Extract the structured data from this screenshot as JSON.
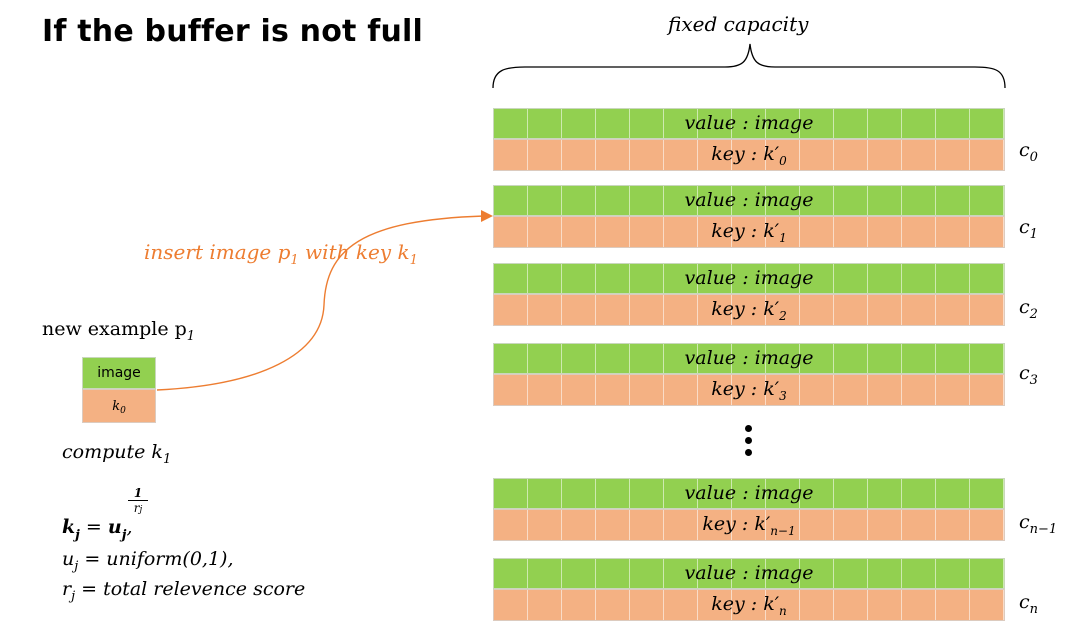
{
  "title": "If the buffer is not full",
  "capacity_label": "fixed capacity",
  "slot_value_text": "value : image",
  "slots": [
    {
      "key_text": "key : k′",
      "key_sub": "0",
      "cap": "c",
      "cap_sub": "0"
    },
    {
      "key_text": "key : k′",
      "key_sub": "1",
      "cap": "c",
      "cap_sub": "1"
    },
    {
      "key_text": "key : k′",
      "key_sub": "2",
      "cap": "c",
      "cap_sub": "2"
    },
    {
      "key_text": "key : k′",
      "key_sub": "3",
      "cap": "c",
      "cap_sub": "3"
    },
    {
      "key_text": "key : k′",
      "key_sub": "n−1",
      "cap": "c",
      "cap_sub": "n−1"
    },
    {
      "key_text": "key : k′",
      "key_sub": "n",
      "cap": "c",
      "cap_sub": "n"
    }
  ],
  "insert_label": {
    "text1": "insert image p",
    "sub1": "1",
    "text2": " with key k",
    "sub2": "1"
  },
  "new_example": {
    "text": "new example p",
    "sub": "1"
  },
  "example_box": {
    "image_label": "image",
    "key_text": "k",
    "key_sub": "0"
  },
  "compute": {
    "text": "compute k",
    "sub": "1"
  },
  "formula": {
    "lhs_base": "k",
    "lhs_sub": "j",
    "eq": " = ",
    "rhs_base": "u",
    "rhs_sub": "j",
    "exp_num": "1",
    "exp_den_base": "r",
    "exp_den_sub": "j",
    "trail": ",",
    "line2_base": "u",
    "line2_sub": "j",
    "line2_rest": " = uniform(0,1),",
    "line3_base": "r",
    "line3_sub": "j",
    "line3_rest": " = total relevence score"
  },
  "colors": {
    "value_green": "#92d050",
    "key_orange": "#f4b183",
    "arrow_orange": "#ed7d31"
  }
}
